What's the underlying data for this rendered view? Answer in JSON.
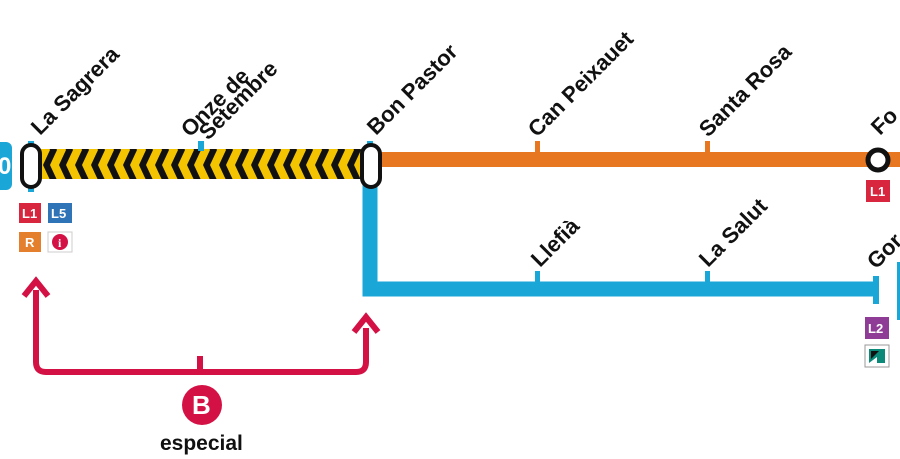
{
  "colors": {
    "orange": "#e87722",
    "blue": "#1ba6d8",
    "red": "#d31145",
    "yellow": "#f4c400",
    "black": "#111111",
    "l1": "#d7263d",
    "l5": "#2f74b7",
    "rodalies": "#e4802d",
    "l2": "#8e3c95",
    "tram": "#0b8a7a"
  },
  "stations": {
    "la_sagrera": "La Sagrera",
    "onze_de_setembre_line1": "Onze de",
    "onze_de_setembre_line2": "Setembre",
    "bon_pastor": "Bon Pastor",
    "can_peixauet": "Can Peixauet",
    "santa_rosa": "Santa Rosa",
    "fondo": "Fo",
    "llefia": "Llefià",
    "la_salut": "La Salut",
    "gorg": "Gor"
  },
  "badges": {
    "l1": "L1",
    "l5": "L5",
    "rodalies": "R",
    "info": "i",
    "l1_fondo": "L1",
    "l2": "L2"
  },
  "bus": {
    "letter": "B",
    "label": "especial"
  },
  "left_edge_fragment": "0"
}
